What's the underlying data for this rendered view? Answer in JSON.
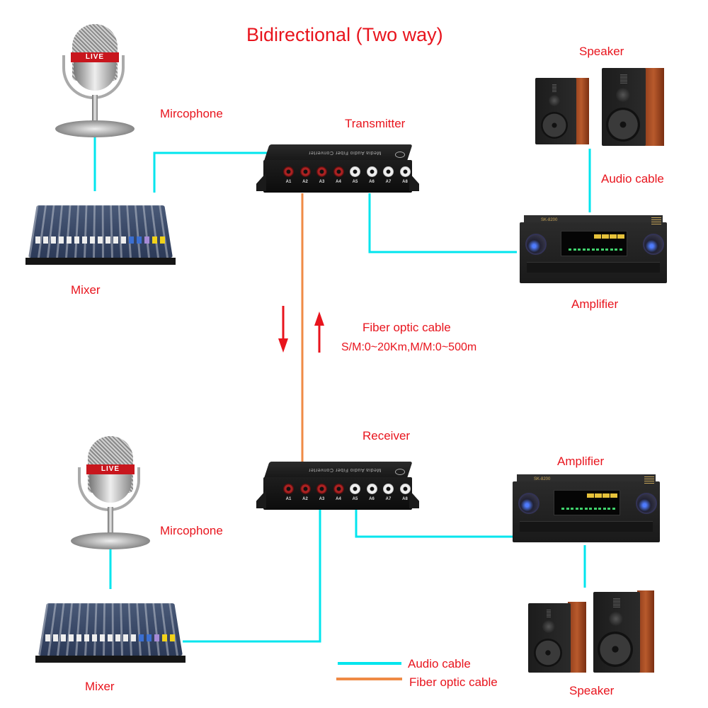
{
  "title": "Bidirectional (Two way)",
  "colors": {
    "label": "#e8141d",
    "audio_cable": "#00e5ee",
    "fiber_cable": "#ef8a45",
    "arrow": "#e8141d"
  },
  "top_section": {
    "microphone_label": "Mircophone",
    "microphone_badge": "LIVE",
    "mixer_label": "Mixer",
    "transmitter_label": "Transmitter",
    "speaker_label": "Speaker",
    "audio_cable_label": "Audio cable",
    "amplifier_label": "Amplifier"
  },
  "fiber": {
    "label": "Fiber optic cable",
    "spec": "S/M:0~20Km,M/M:0~500m",
    "arrows": [
      "down",
      "up"
    ]
  },
  "bottom_section": {
    "receiver_label": "Receiver",
    "microphone_label": "Mircophone",
    "microphone_badge": "LIVE",
    "mixer_label": "Mixer",
    "amplifier_label": "Amplifier",
    "speaker_label": "Speaker"
  },
  "converter": {
    "brand_text": "Media Audio Fiber Converter",
    "ports": [
      {
        "label": "A1",
        "color": "red"
      },
      {
        "label": "A2",
        "color": "red"
      },
      {
        "label": "A3",
        "color": "red"
      },
      {
        "label": "A4",
        "color": "red"
      },
      {
        "label": "A5",
        "color": "white"
      },
      {
        "label": "A6",
        "color": "white"
      },
      {
        "label": "A7",
        "color": "white"
      },
      {
        "label": "A8",
        "color": "white"
      }
    ]
  },
  "amplifier_model": "SK-8200",
  "legend": [
    {
      "label": "Audio cable",
      "type": "audio"
    },
    {
      "label": "Fiber optic cable",
      "type": "fiber"
    }
  ]
}
